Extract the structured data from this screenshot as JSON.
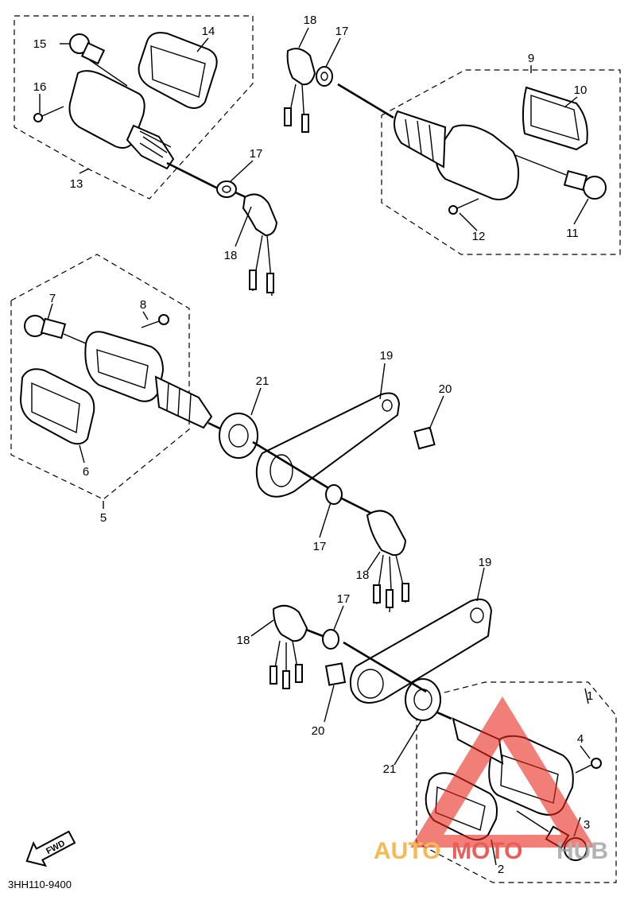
{
  "diagram": {
    "code": "3HH110-9400",
    "fwd_label": "FWD",
    "labels": {
      "n1": "1",
      "n2": "2",
      "n3": "3",
      "n4": "4",
      "n5": "5",
      "n6": "6",
      "n7": "7",
      "n8": "8",
      "n9": "9",
      "n10": "10",
      "n11": "11",
      "n12": "12",
      "n13": "13",
      "n14": "14",
      "n15": "15",
      "n16": "16",
      "n17a": "17",
      "n17b": "17",
      "n17c": "17",
      "n17d": "17",
      "n18a": "18",
      "n18b": "18",
      "n18c": "18",
      "n18d": "18",
      "n19a": "19",
      "n19b": "19",
      "n20a": "20",
      "n20b": "20",
      "n21a": "21",
      "n21b": "21"
    }
  },
  "watermark": {
    "text_a": "AUTO",
    "text_b": "MOTO",
    "text_c": "HUB",
    "colors": {
      "triangle": "#e8281e",
      "auto": "#f4a21c",
      "moto": "#e8281e",
      "hub": "#9a9a9a"
    }
  }
}
